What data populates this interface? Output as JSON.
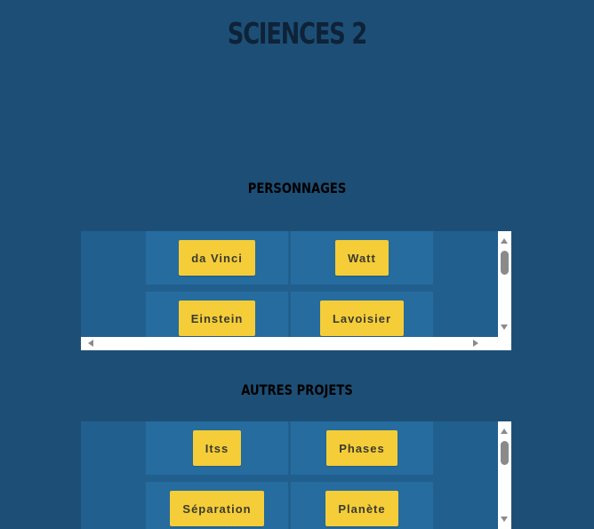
{
  "page": {
    "title": "SCIENCES 2"
  },
  "sections": [
    {
      "title": "PERSONNAGES",
      "buttons": [
        "da Vinci",
        "Watt",
        "Einstein",
        "Lavoisier"
      ]
    },
    {
      "title": "AUTRES PROJETS",
      "buttons": [
        "Itss",
        "Phases",
        "Séparation",
        "Planète"
      ]
    }
  ],
  "colors": {
    "background": "#1d4f76",
    "panel": "#215f8f",
    "cell": "#266c9f",
    "button": "#f4cd38",
    "title": "#0e2238"
  },
  "icons": {
    "scroll_up": "triangle-up-icon",
    "scroll_down": "triangle-down-icon",
    "scroll_left": "triangle-left-icon",
    "scroll_right": "triangle-right-icon"
  }
}
